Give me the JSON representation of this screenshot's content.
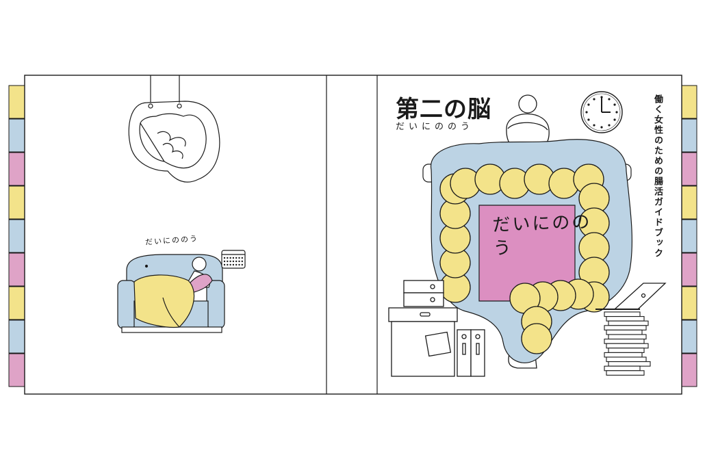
{
  "book": {
    "title": "第二の脳",
    "title_reading": "だいにののう",
    "subtitle": "働く女性のための腸活ガイドブック",
    "back_kana": "だいにののう",
    "belly_text": "だいにののう"
  },
  "colors": {
    "yellow": "#f3e38a",
    "blue": "#bcd3e4",
    "pink": "#dfa3c7",
    "belly": "#dc8fc1",
    "line": "#1a1a1a"
  },
  "tabs": [
    "yellow",
    "blue",
    "pink",
    "yellow",
    "blue",
    "pink",
    "yellow",
    "blue",
    "pink"
  ]
}
